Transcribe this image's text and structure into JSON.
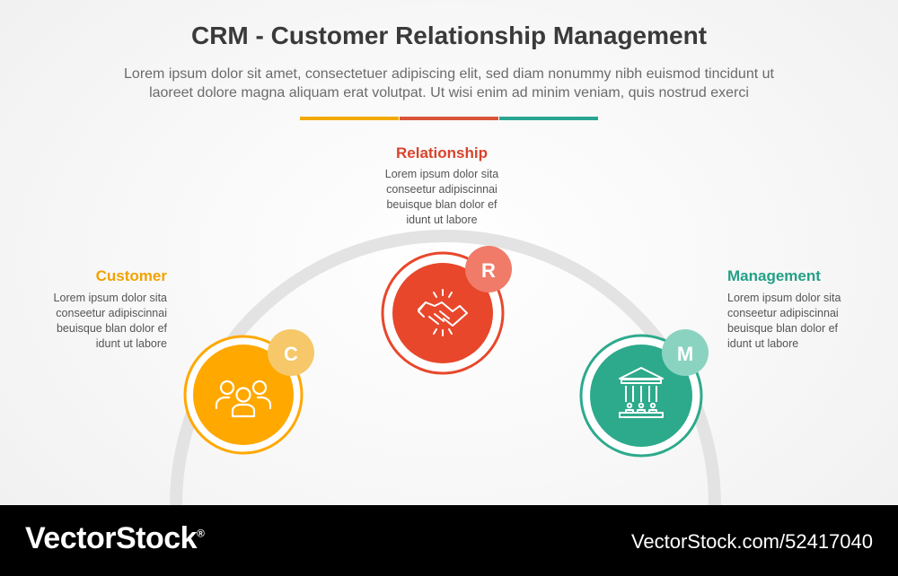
{
  "title": "CRM - Customer Relationship Management",
  "subtitle_line1": "Lorem ipsum dolor sit amet, consectetuer adipiscing elit, sed diam nonummy nibh euismod tincidunt ut",
  "subtitle_line2": "laoreet dolore magna aliquam erat volutpat. Ut wisi enim ad minim veniam, quis nostrud exerci",
  "colors": {
    "customer": "#FFA800",
    "relationship": "#E8472B",
    "management": "#2DAA8C",
    "arc": "#E3E3E3"
  },
  "items": [
    {
      "heading": "Customer",
      "letter": "C",
      "icon": "people-group-icon",
      "lines": [
        "Lorem ipsum dolor sita",
        "conseetur adipiscinnai",
        "beuisque blan dolor ef",
        "idunt ut labore"
      ]
    },
    {
      "heading": "Relationship",
      "letter": "R",
      "icon": "handshake-icon",
      "lines": [
        "Lorem ipsum dolor sita",
        "conseetur adipiscinnai",
        "beuisque blan dolor ef",
        "idunt ut labore"
      ]
    },
    {
      "heading": "Management",
      "letter": "M",
      "icon": "institution-building-icon",
      "lines": [
        "Lorem ipsum dolor sita",
        "conseetur adipiscinnai",
        "beuisque blan dolor ef",
        "idunt ut labore"
      ]
    }
  ],
  "footer": {
    "logo": "VectorStock",
    "registered": "®",
    "image_id": "VectorStock.com/52417040"
  }
}
